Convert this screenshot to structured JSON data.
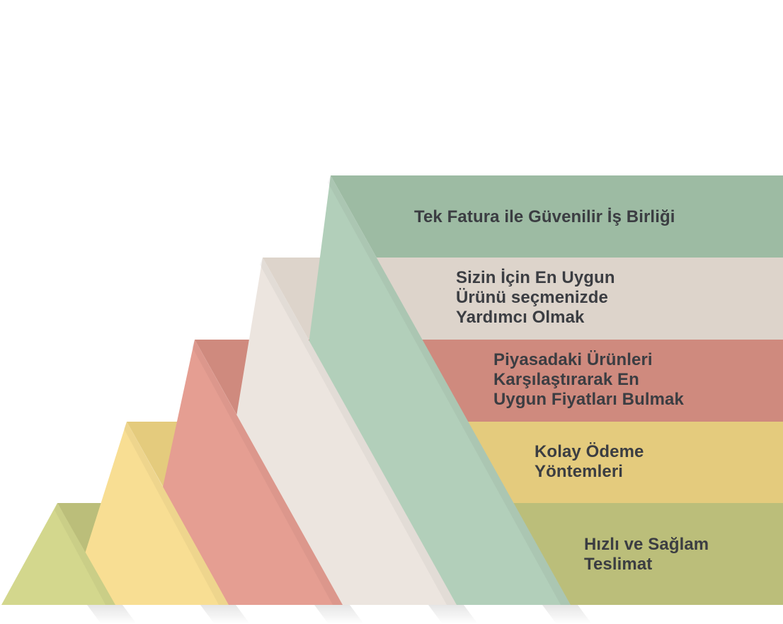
{
  "diagram": {
    "levels": [
      {
        "text": "Tek Fatura ile Güvenilir İş Birliği",
        "band_color": "#9dbba3",
        "triangle_color": "#b2cfba"
      },
      {
        "text": "Sizin İçin En Uygun\nÜrünü seçmenizde\nYardımcı Olmak",
        "band_color": "#ddd4cb",
        "triangle_color": "#ece5df"
      },
      {
        "text": "Piyasadaki Ürünleri\nKarşılaştırarak En\nUygun Fiyatları Bulmak",
        "band_color": "#cf8a7e",
        "triangle_color": "#e59e92"
      },
      {
        "text": "Kolay Ödeme\nYöntemleri",
        "band_color": "#e4cb7d",
        "triangle_color": "#f8de93"
      },
      {
        "text": "Hızlı ve Sağlam\nTeslimat",
        "band_color": "#bbbe7a",
        "triangle_color": "#d3d78d"
      }
    ]
  }
}
